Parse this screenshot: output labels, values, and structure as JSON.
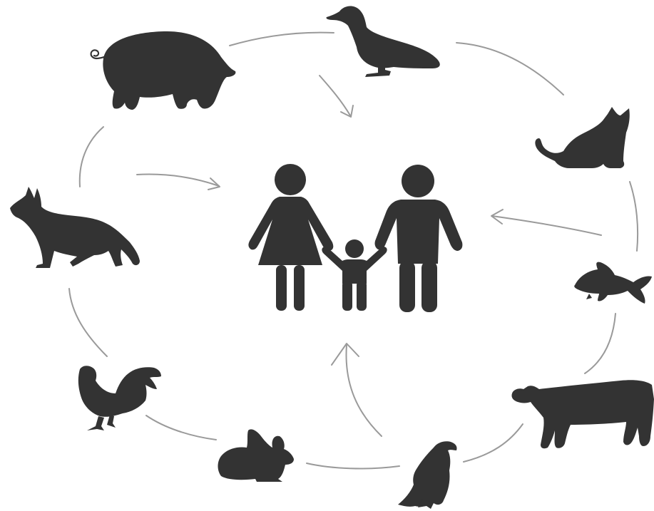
{
  "colors": {
    "silhouette": "#333333",
    "connector": "#9a9a9a",
    "background": "#ffffff"
  },
  "center": {
    "icon": "family-icon",
    "figures": [
      "woman",
      "child",
      "man"
    ]
  },
  "animals": [
    {
      "name": "pig",
      "icon": "pig-icon"
    },
    {
      "name": "duck",
      "icon": "duck-icon"
    },
    {
      "name": "cat",
      "icon": "cat-icon"
    },
    {
      "name": "goldfish",
      "icon": "goldfish-icon"
    },
    {
      "name": "cow",
      "icon": "cow-icon"
    },
    {
      "name": "eagle",
      "icon": "eagle-icon"
    },
    {
      "name": "rabbit",
      "icon": "rabbit-icon"
    },
    {
      "name": "rooster",
      "icon": "rooster-icon"
    },
    {
      "name": "dog",
      "icon": "dog-icon"
    }
  ],
  "arrows_toward_family_from": [
    "duck",
    "pig",
    "goldfish",
    "eagle"
  ]
}
